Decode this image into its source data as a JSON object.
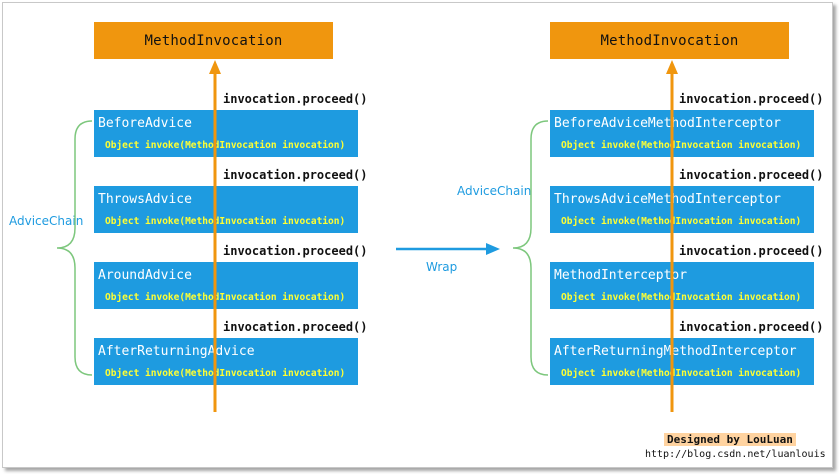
{
  "left": {
    "top_label": "MethodInvocation",
    "chain_label": "AdviceChain",
    "items": [
      {
        "name": "BeforeAdvice",
        "signature": "Object invoke(MethodInvocation invocation)"
      },
      {
        "name": "ThrowsAdvice",
        "signature": "Object invoke(MethodInvocation invocation)"
      },
      {
        "name": "AroundAdvice",
        "signature": "Object invoke(MethodInvocation invocation)"
      },
      {
        "name": "AfterReturningAdvice",
        "signature": "Object invoke(MethodInvocation invocation)"
      }
    ],
    "proceed_labels": [
      "invocation.proceed()",
      "invocation.proceed()",
      "invocation.proceed()",
      "invocation.proceed()"
    ]
  },
  "right": {
    "top_label": "MethodInvocation",
    "chain_label": "AdviceChain",
    "items": [
      {
        "name": "BeforeAdviceMethodInterceptor",
        "signature": "Object invoke(MethodInvocation invocation)"
      },
      {
        "name": "ThrowsAdviceMethodInterceptor",
        "signature": "Object invoke(MethodInvocation invocation)"
      },
      {
        "name": "MethodInterceptor",
        "signature": "Object invoke(MethodInvocation invocation)"
      },
      {
        "name": "AfterReturningMethodInterceptor",
        "signature": "Object invoke(MethodInvocation invocation)"
      }
    ],
    "proceed_labels": [
      "invocation.proceed()",
      "invocation.proceed()",
      "invocation.proceed()",
      "invocation.proceed()"
    ]
  },
  "wrap_label": "Wrap",
  "credit": "Designed by LouLuan",
  "url": "http://blog.csdn.net/luanlouis",
  "colors": {
    "box_orange": "#f0960e",
    "advice_blue": "#1e9be0",
    "signature_yellow": "#ffff33",
    "brace_green": "#7dc77d",
    "credit_bg": "#ffd3a0"
  }
}
